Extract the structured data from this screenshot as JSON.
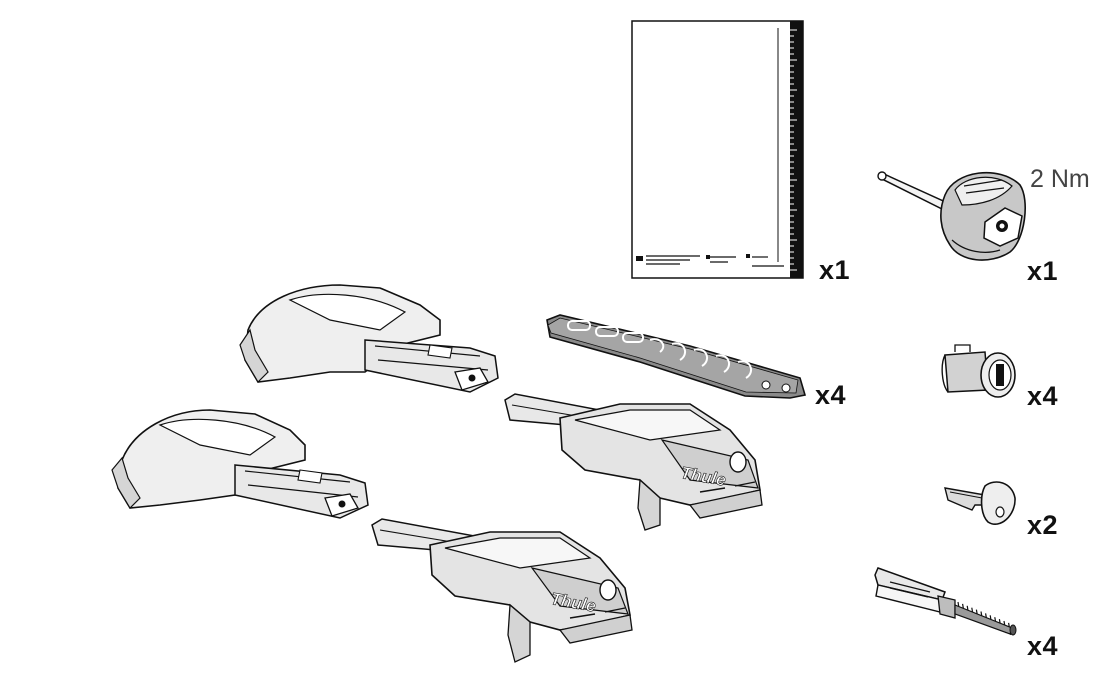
{
  "parts": [
    {
      "id": "instructions",
      "icon": "instruction-sheet-icon",
      "qty": "x1"
    },
    {
      "id": "torque-tool",
      "icon": "torque-key-icon",
      "qty": "x1",
      "torque": "2 Nm"
    },
    {
      "id": "rubber-pad",
      "icon": "rubber-pad-icon",
      "qty": "x4"
    },
    {
      "id": "foot",
      "icon": "roof-foot-icon"
    },
    {
      "id": "lock-cylinder",
      "icon": "lock-cylinder-icon",
      "qty": "x4"
    },
    {
      "id": "key",
      "icon": "key-icon",
      "qty": "x2"
    },
    {
      "id": "bolt-tool",
      "icon": "bolt-insert-icon",
      "qty": "x4"
    }
  ],
  "brand_text": "Thule",
  "colors": {
    "line": "#111111",
    "fill_light": "#f2f2f2",
    "fill_mid": "#d6d6d6",
    "fill_dark": "#8a8a8a"
  }
}
